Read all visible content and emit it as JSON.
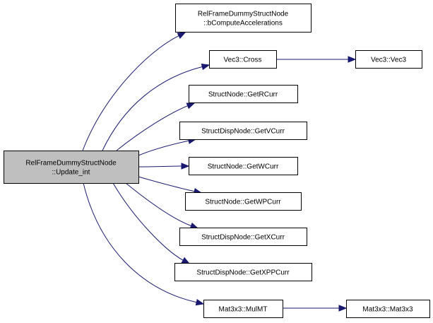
{
  "diagram": {
    "type": "call-graph",
    "colors": {
      "edge": "#191970",
      "root_fill": "#bfbfbf",
      "node_fill": "#ffffff",
      "border": "#000000"
    },
    "nodes": [
      {
        "id": "root",
        "lines": [
          "RelFrameDummyStructNode",
          "::Update_int"
        ],
        "root": true
      },
      {
        "id": "bcompute",
        "lines": [
          "RelFrameDummyStructNode",
          "::bComputeAccelerations"
        ]
      },
      {
        "id": "cross",
        "lines": [
          "Vec3::Cross"
        ]
      },
      {
        "id": "vec3",
        "lines": [
          "Vec3::Vec3"
        ]
      },
      {
        "id": "getrcurr",
        "lines": [
          "StructNode::GetRCurr"
        ]
      },
      {
        "id": "getvcurr",
        "lines": [
          "StructDispNode::GetVCurr"
        ]
      },
      {
        "id": "getwcurr",
        "lines": [
          "StructNode::GetWCurr"
        ]
      },
      {
        "id": "getwpcurr",
        "lines": [
          "StructNode::GetWPCurr"
        ]
      },
      {
        "id": "getxcurr",
        "lines": [
          "StructDispNode::GetXCurr"
        ]
      },
      {
        "id": "getxppcurr",
        "lines": [
          "StructDispNode::GetXPPCurr"
        ]
      },
      {
        "id": "mulmt",
        "lines": [
          "Mat3x3::MulMT"
        ]
      },
      {
        "id": "mat3x3",
        "lines": [
          "Mat3x3::Mat3x3"
        ]
      }
    ],
    "edges": [
      {
        "from": "root",
        "to": "bcompute"
      },
      {
        "from": "root",
        "to": "cross"
      },
      {
        "from": "cross",
        "to": "vec3"
      },
      {
        "from": "root",
        "to": "getrcurr"
      },
      {
        "from": "root",
        "to": "getvcurr"
      },
      {
        "from": "root",
        "to": "getwcurr"
      },
      {
        "from": "root",
        "to": "getwpcurr"
      },
      {
        "from": "root",
        "to": "getxcurr"
      },
      {
        "from": "root",
        "to": "getxppcurr"
      },
      {
        "from": "root",
        "to": "mulmt"
      },
      {
        "from": "mulmt",
        "to": "mat3x3"
      }
    ]
  }
}
